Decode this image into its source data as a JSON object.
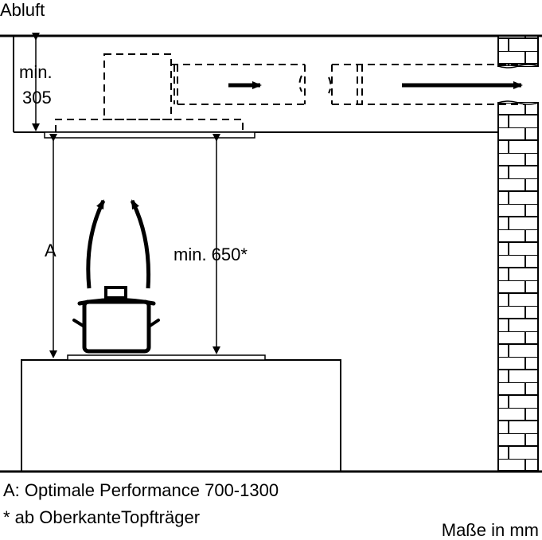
{
  "title": "Abluft",
  "dims": {
    "ceiling_gap_line1": "min.",
    "ceiling_gap_line2": "305",
    "a_label": "A",
    "min_height": "min. 650*"
  },
  "notes": {
    "a_note": "A: Optimale Performance 700-1300",
    "asterisk_note": "* ab OberkanteTopfträger",
    "units": "Maße in mm"
  }
}
